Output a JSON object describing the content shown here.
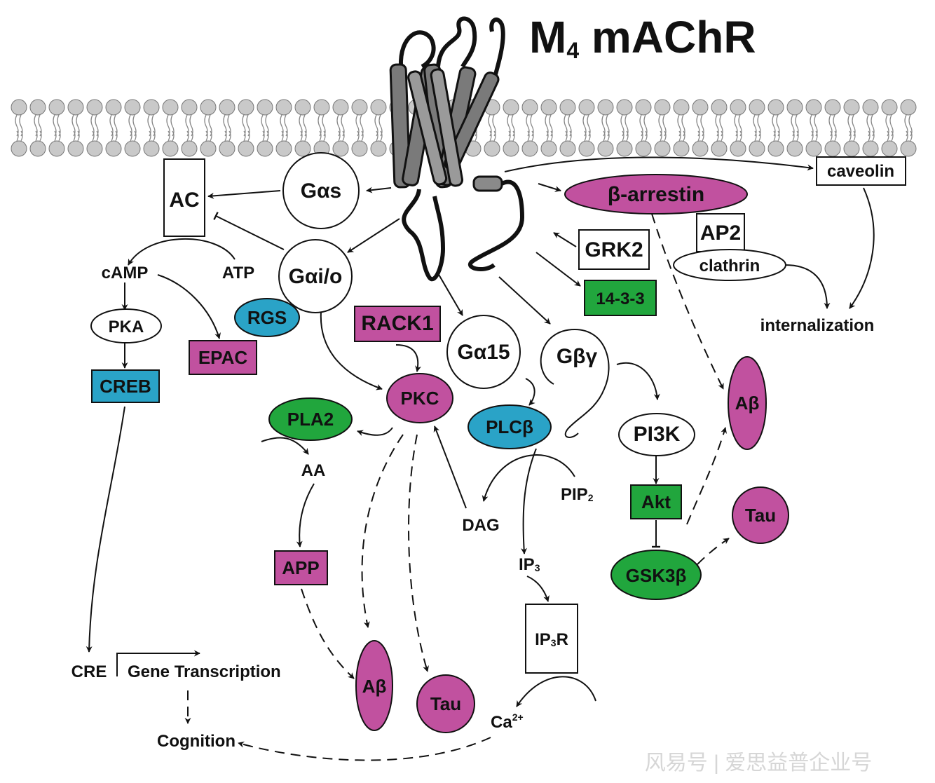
{
  "title": {
    "main": "M",
    "sub": "4",
    "rest": " mAChR"
  },
  "colors": {
    "magenta": "#c1519f",
    "green": "#21a63d",
    "cyan": "#2aa3c7",
    "membrane": "#c9c9c9",
    "line": "#111111"
  },
  "nodes": {
    "ac": "AC",
    "gas": "Gαs",
    "gaio": "Gαi/o",
    "rgs": "RGS",
    "camp": "cAMP",
    "atp": "ATP",
    "pka": "PKA",
    "creb": "CREB",
    "epac": "EPAC",
    "cre": "CRE",
    "gene_transcription": "Gene Transcription",
    "cognition": "Cognition",
    "rack1": "RACK1",
    "pkc": "PKC",
    "pla2": "PLA2",
    "aa": "AA",
    "app": "APP",
    "abeta_left": "Aβ",
    "tau_left": "Tau",
    "ga15": "Gα15",
    "plcb": "PLCβ",
    "dag": "DAG",
    "pip2": "PIP",
    "pip2_sub": "2",
    "ip3": "IP",
    "ip3_sub": "3",
    "ip3r_pre": "IP",
    "ip3r_sub": "3",
    "ip3r_post": "R",
    "ca": "Ca",
    "ca_sup": "2+",
    "gbg": "Gβγ",
    "pi3k": "PI3K",
    "akt": "Akt",
    "gsk3b": "GSK3β",
    "tau_right": "Tau",
    "abeta_right": "Aβ",
    "grk2": "GRK2",
    "n1433": "14-3-3",
    "barrestin": "β-arrestin",
    "ap2": "AP2",
    "clathrin": "clathrin",
    "caveolin": "caveolin",
    "internalization": "internalization"
  },
  "watermark": "风易号 | 爱思益普企业号"
}
